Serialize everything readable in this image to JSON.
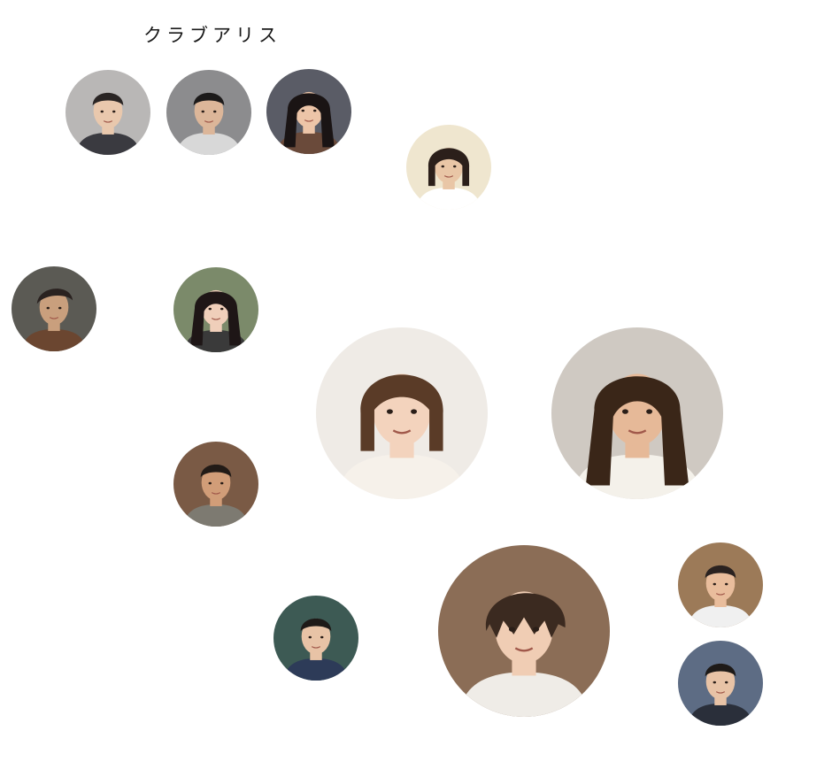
{
  "group": {
    "title": "クラブアリス"
  },
  "colors": {
    "background": "#ffffff",
    "title_text": "#1a1a1a"
  },
  "characters": [
    {
      "id": "p1",
      "bg": "#b9b7b6",
      "skin": "#e9c8ad",
      "hair": "#2a2524",
      "clothes": "#3a3a40",
      "hair_style": "short"
    },
    {
      "id": "p2",
      "bg": "#8c8c8e",
      "skin": "#dcb699",
      "hair": "#1c1a1a",
      "clothes": "#d8d8d8",
      "hair_style": "short"
    },
    {
      "id": "p3",
      "bg": "#5a5c66",
      "skin": "#edc5a8",
      "hair": "#1a1414",
      "clothes": "#6a4a3a",
      "hair_style": "long"
    },
    {
      "id": "p4",
      "bg": "#efe6cf",
      "skin": "#e9c6a6",
      "hair": "#2b1f1a",
      "clothes": "#ffffff",
      "hair_style": "bob"
    },
    {
      "id": "p5",
      "bg": "#5b5a54",
      "skin": "#c99f7d",
      "hair": "#2a2220",
      "clothes": "#6b4630",
      "hair_style": "slick"
    },
    {
      "id": "p6",
      "bg": "#7b8a6a",
      "skin": "#f0cfba",
      "hair": "#1e1616",
      "clothes": "#3a3a3a",
      "hair_style": "long"
    },
    {
      "id": "p7",
      "bg": "#efebe6",
      "skin": "#f3d3bd",
      "hair": "#5a3b27",
      "clothes": "#f6f1ea",
      "hair_style": "bob"
    },
    {
      "id": "p8",
      "bg": "#cfc9c2",
      "skin": "#e6b998",
      "hair": "#3a2618",
      "clothes": "#f4f1ea",
      "hair_style": "long"
    },
    {
      "id": "p9",
      "bg": "#7a5a45",
      "skin": "#d19d78",
      "hair": "#221b17",
      "clothes": "#7d7a71",
      "hair_style": "short"
    },
    {
      "id": "p10",
      "bg": "#9c7a58",
      "skin": "#e9bd9c",
      "hair": "#2a2220",
      "clothes": "#f0f0f0",
      "hair_style": "short"
    },
    {
      "id": "p11",
      "bg": "#8b6d56",
      "skin": "#f0cdb4",
      "hair": "#3b2a20",
      "clothes": "#efece7",
      "hair_style": "shaggy"
    },
    {
      "id": "p12",
      "bg": "#3d5a54",
      "skin": "#e8c3a6",
      "hair": "#1e1a18",
      "clothes": "#2d3b58",
      "hair_style": "short"
    },
    {
      "id": "p13",
      "bg": "#5d6c84",
      "skin": "#e8c3a6",
      "hair": "#1e1a18",
      "clothes": "#2a2f3a",
      "hair_style": "short"
    }
  ]
}
